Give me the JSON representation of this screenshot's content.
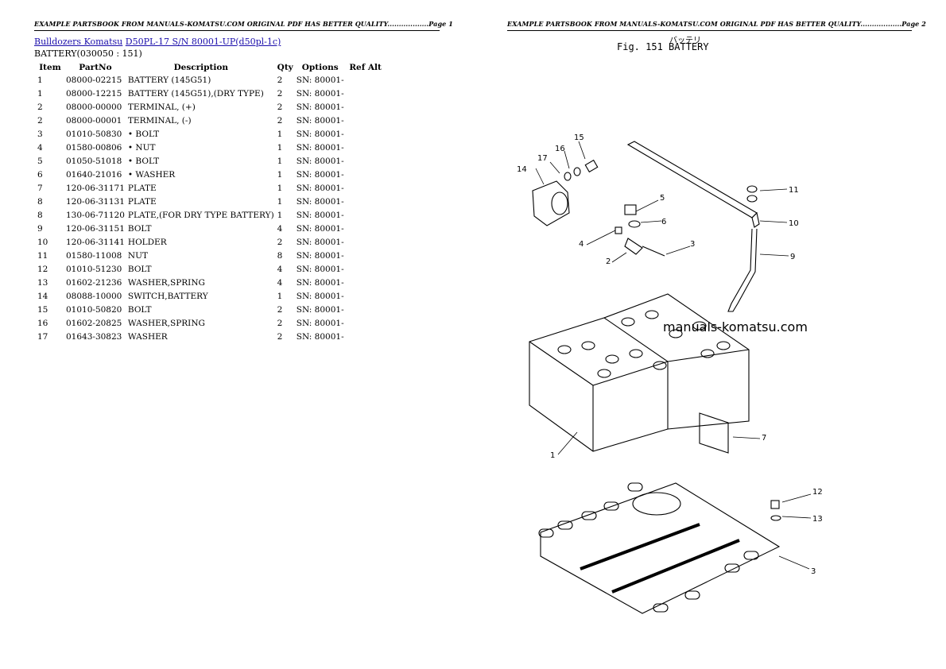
{
  "page1_header": "EXAMPLE PARTSBOOK FROM MANUALS-KOMATSU.COM ORIGINAL PDF HAS BETTER QUALITY..................Page 1",
  "page2_header": "EXAMPLE PARTSBOOK FROM MANUALS-KOMATSU.COM ORIGINAL PDF HAS BETTER QUALITY..................Page 2",
  "breadcrumb": {
    "link1": "Bulldozers Komatsu",
    "link2": "D50PL-17 S/N 80001-UP(d50pl-1c)"
  },
  "subtitle": "BATTERY(030050 : 151)",
  "table": {
    "headers": [
      "Item",
      "PartNo",
      "Description",
      "Qty",
      "Options",
      "Ref Alt"
    ],
    "rows": [
      {
        "item": "1",
        "part": "08000-02215",
        "desc": "BATTERY (145G51)",
        "qty": "2",
        "opt": "SN: 80001-"
      },
      {
        "item": "1",
        "part": "08000-12215",
        "desc": "BATTERY (145G51),(DRY TYPE)",
        "qty": "2",
        "opt": "SN: 80001-"
      },
      {
        "item": "2",
        "part": "08000-00000",
        "desc": "TERMINAL, (+)",
        "qty": "2",
        "opt": "SN: 80001-"
      },
      {
        "item": "2",
        "part": "08000-00001",
        "desc": "TERMINAL, (-)",
        "qty": "2",
        "opt": "SN: 80001-"
      },
      {
        "item": "3",
        "part": "01010-50830",
        "desc": "• BOLT",
        "qty": "1",
        "opt": "SN: 80001-"
      },
      {
        "item": "4",
        "part": "01580-00806",
        "desc": "• NUT",
        "qty": "1",
        "opt": "SN: 80001-"
      },
      {
        "item": "5",
        "part": "01050-51018",
        "desc": "• BOLT",
        "qty": "1",
        "opt": "SN: 80001-"
      },
      {
        "item": "6",
        "part": "01640-21016",
        "desc": "• WASHER",
        "qty": "1",
        "opt": "SN: 80001-"
      },
      {
        "item": "7",
        "part": "120-06-31171",
        "desc": "PLATE",
        "qty": "1",
        "opt": "SN: 80001-"
      },
      {
        "item": "8",
        "part": "120-06-31131",
        "desc": "PLATE",
        "qty": "1",
        "opt": "SN: 80001-"
      },
      {
        "item": "8",
        "part": "130-06-71120",
        "desc": "PLATE,(FOR DRY TYPE BATTERY)",
        "qty": "1",
        "opt": "SN: 80001-"
      },
      {
        "item": "9",
        "part": "120-06-31151",
        "desc": "BOLT",
        "qty": "4",
        "opt": "SN: 80001-"
      },
      {
        "item": "10",
        "part": "120-06-31141",
        "desc": "HOLDER",
        "qty": "2",
        "opt": "SN: 80001-"
      },
      {
        "item": "11",
        "part": "01580-11008",
        "desc": "NUT",
        "qty": "8",
        "opt": "SN: 80001-"
      },
      {
        "item": "12",
        "part": "01010-51230",
        "desc": "BOLT",
        "qty": "4",
        "opt": "SN: 80001-"
      },
      {
        "item": "13",
        "part": "01602-21236",
        "desc": "WASHER,SPRING",
        "qty": "4",
        "opt": "SN: 80001-"
      },
      {
        "item": "14",
        "part": "08088-10000",
        "desc": "SWITCH,BATTERY",
        "qty": "1",
        "opt": "SN: 80001-"
      },
      {
        "item": "15",
        "part": "01010-50820",
        "desc": "BOLT",
        "qty": "2",
        "opt": "SN: 80001-"
      },
      {
        "item": "16",
        "part": "01602-20825",
        "desc": "WASHER,SPRING",
        "qty": "2",
        "opt": "SN: 80001-"
      },
      {
        "item": "17",
        "part": "01643-30823",
        "desc": "WASHER",
        "qty": "2",
        "opt": "SN: 80001-"
      }
    ]
  },
  "figure": {
    "japanese": "バッテリ",
    "title": "Fig. 151  BATTERY",
    "watermark": "manuals-komatsu.com",
    "callouts": [
      "1",
      "2",
      "3",
      "3",
      "4",
      "5",
      "6",
      "7",
      "9",
      "10",
      "11",
      "12",
      "13",
      "14",
      "15",
      "16",
      "17"
    ]
  }
}
